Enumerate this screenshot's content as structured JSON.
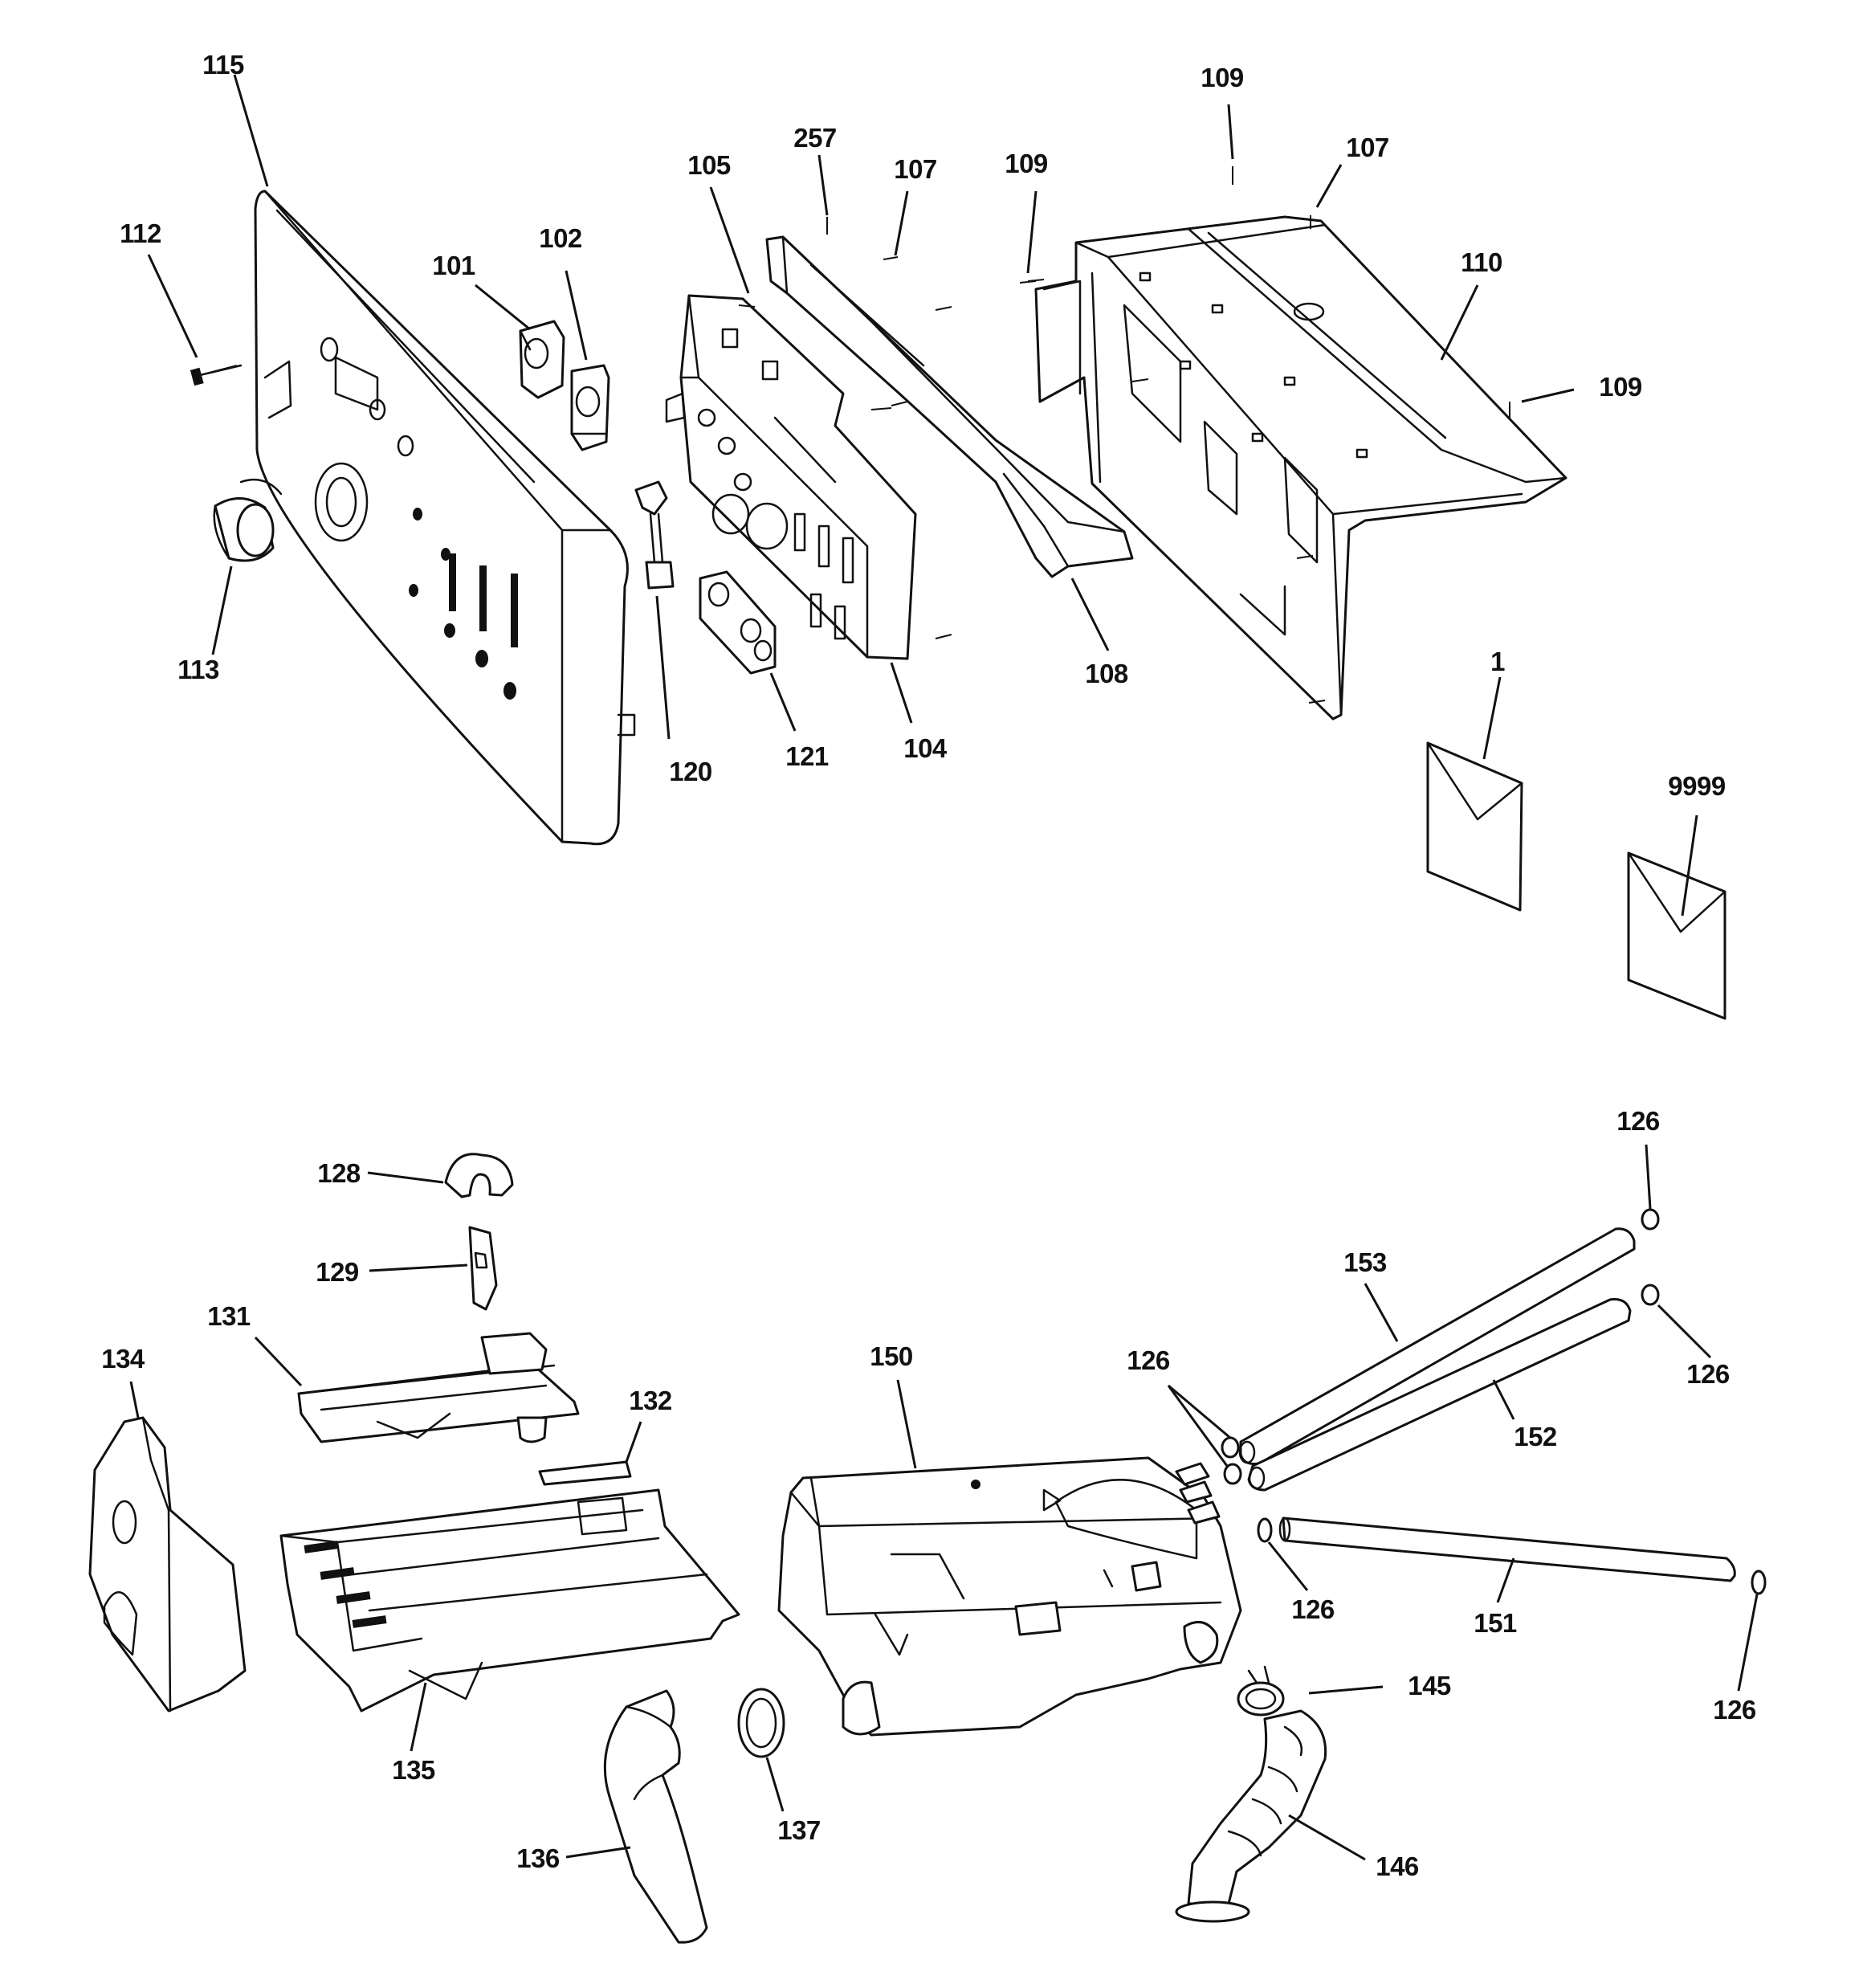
{
  "callouts": [
    {
      "id": "c115",
      "text": "115"
    },
    {
      "id": "c112",
      "text": "112"
    },
    {
      "id": "c113",
      "text": "113"
    },
    {
      "id": "c101",
      "text": "101"
    },
    {
      "id": "c102",
      "text": "102"
    },
    {
      "id": "c105",
      "text": "105"
    },
    {
      "id": "c257",
      "text": "257"
    },
    {
      "id": "c107a",
      "text": "107"
    },
    {
      "id": "c120",
      "text": "120"
    },
    {
      "id": "c121",
      "text": "121"
    },
    {
      "id": "c104",
      "text": "104"
    },
    {
      "id": "c109a",
      "text": "109"
    },
    {
      "id": "c108",
      "text": "108"
    },
    {
      "id": "c109b",
      "text": "109"
    },
    {
      "id": "c107b",
      "text": "107"
    },
    {
      "id": "c110",
      "text": "110"
    },
    {
      "id": "c109c",
      "text": "109"
    },
    {
      "id": "c1",
      "text": "1"
    },
    {
      "id": "c9999",
      "text": "9999"
    },
    {
      "id": "c128",
      "text": "128"
    },
    {
      "id": "c129",
      "text": "129"
    },
    {
      "id": "c131",
      "text": "131"
    },
    {
      "id": "c134",
      "text": "134"
    },
    {
      "id": "c132",
      "text": "132"
    },
    {
      "id": "c135",
      "text": "135"
    },
    {
      "id": "c136",
      "text": "136"
    },
    {
      "id": "c137",
      "text": "137"
    },
    {
      "id": "c150",
      "text": "150"
    },
    {
      "id": "c126a",
      "text": "126"
    },
    {
      "id": "c126b",
      "text": "126"
    },
    {
      "id": "c126c",
      "text": "126"
    },
    {
      "id": "c126d",
      "text": "126"
    },
    {
      "id": "c126e",
      "text": "126"
    },
    {
      "id": "c153",
      "text": "153"
    },
    {
      "id": "c152",
      "text": "152"
    },
    {
      "id": "c151",
      "text": "151"
    },
    {
      "id": "c145",
      "text": "145"
    },
    {
      "id": "c146",
      "text": "146"
    }
  ]
}
